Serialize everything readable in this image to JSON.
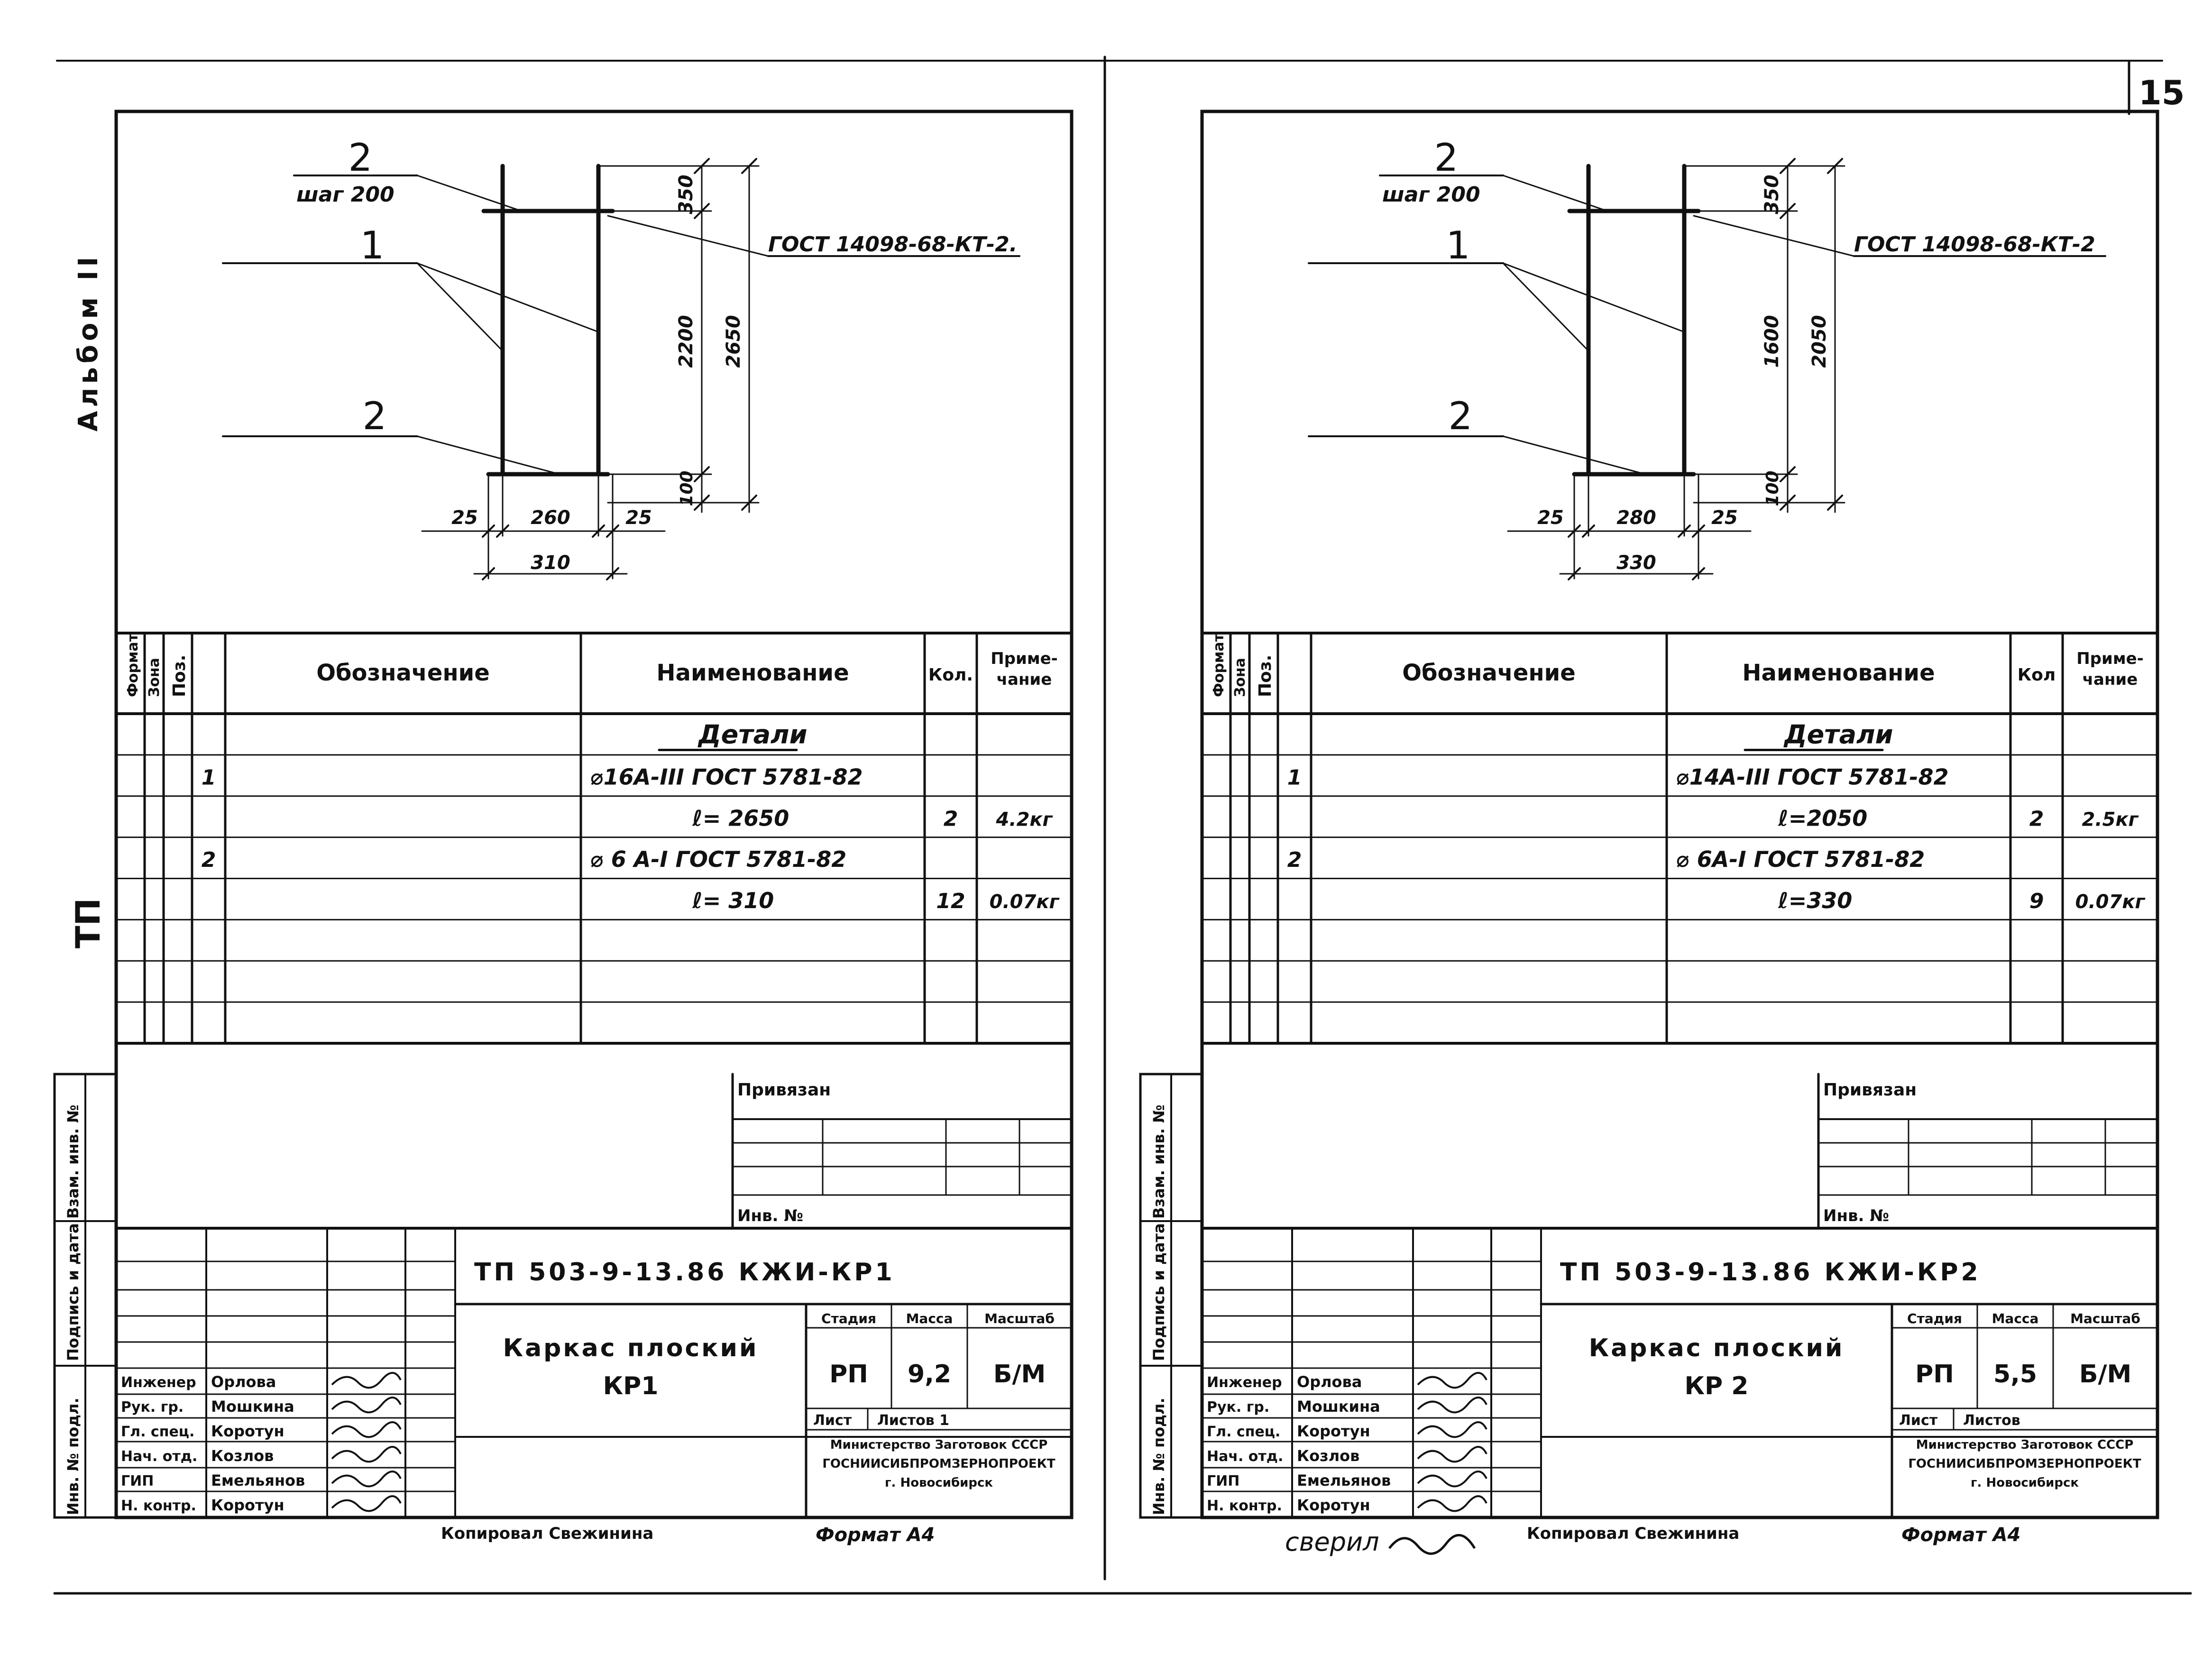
{
  "page": {
    "sheet_number": "15",
    "album_label": "Альбом II",
    "tp_label": "ТП"
  },
  "sheets": [
    {
      "id": "left",
      "drawing": {
        "pos2_top": "2",
        "step": "шаг 200",
        "pos1": "1",
        "pos2_bottom": "2",
        "gost": "ГОСТ 14098-68-КТ-2.",
        "dim_350": "350",
        "dim_mid": "2200",
        "dim_total": "2650",
        "dim_100": "100",
        "dim_25a": "25",
        "dim_span": "260",
        "dim_25b": "25",
        "dim_overall": "310"
      },
      "spec": {
        "headers": {
          "format": "Формат",
          "zone": "Зона",
          "pos": "Поз.",
          "designation": "Обозначение",
          "name": "Наименование",
          "qty": "Кол.",
          "note": "Приме-\nчание"
        },
        "rows": [
          {
            "pos": "",
            "name": "Детали",
            "qty": "",
            "note": ""
          },
          {
            "pos": "1",
            "name": "⌀16А-III ГОСТ 5781-82",
            "qty": "",
            "note": ""
          },
          {
            "pos": "",
            "name": "ℓ= 2650",
            "qty": "2",
            "note": "4.2кг"
          },
          {
            "pos": "2",
            "name": "⌀ 6 А-I ГОСТ 5781-82",
            "qty": "",
            "note": ""
          },
          {
            "pos": "",
            "name": "ℓ= 310",
            "qty": "12",
            "note": "0.07кг"
          },
          {
            "pos": "",
            "name": "",
            "qty": "",
            "note": ""
          },
          {
            "pos": "",
            "name": "",
            "qty": "",
            "note": ""
          },
          {
            "pos": "",
            "name": "",
            "qty": "",
            "note": ""
          }
        ]
      },
      "stamp": {
        "applied": "Привязан",
        "inv": "Инв. №",
        "code": "ТП 503-9-13.86 КЖИ-КР1",
        "title": "Каркас плоский",
        "subtitle": "КР1",
        "stage_h": "Стадия",
        "mass_h": "Масса",
        "scale_h": "Масштаб",
        "stage": "РП",
        "mass": "9,2",
        "scale": "Б/М",
        "sheet": "Лист",
        "sheets": "Листов 1",
        "org1": "Министерство Заготовок СССР",
        "org2": "ГОСНИИСИБПРОМЗЕРНОПРОЕКТ",
        "org3": "г. Новосибирск",
        "roles": [
          {
            "role": "Инженер",
            "name": "Орлова"
          },
          {
            "role": "Рук. гр.",
            "name": "Мошкина"
          },
          {
            "role": "Гл. спец.",
            "name": "Коротун"
          },
          {
            "role": "Нач. отд.",
            "name": "Козлов"
          },
          {
            "role": "ГИП",
            "name": "Емельянов"
          },
          {
            "role": "Н. контр.",
            "name": "Коротун"
          }
        ],
        "side_1": "Инв. № подл.",
        "side_2": "Подпись и дата",
        "side_3": "Взам. инв. №",
        "copied": "Копировал Свежинина",
        "format": "Формат А4"
      }
    },
    {
      "id": "right",
      "drawing": {
        "pos2_top": "2",
        "step": "шаг 200",
        "pos1": "1",
        "pos2_bottom": "2",
        "gost": "ГОСТ 14098-68-КТ-2",
        "dim_350": "350",
        "dim_mid": "1600",
        "dim_total": "2050",
        "dim_100": "100",
        "dim_25a": "25",
        "dim_span": "280",
        "dim_25b": "25",
        "dim_overall": "330"
      },
      "spec": {
        "headers": {
          "format": "Формат",
          "zone": "Зона",
          "pos": "Поз.",
          "designation": "Обозначение",
          "name": "Наименование",
          "qty": "Кол",
          "note": "Приме-\nчание"
        },
        "rows": [
          {
            "pos": "",
            "name": "Детали",
            "qty": "",
            "note": ""
          },
          {
            "pos": "1",
            "name": "⌀14А-III ГОСТ 5781-82",
            "qty": "",
            "note": ""
          },
          {
            "pos": "",
            "name": "ℓ=2050",
            "qty": "2",
            "note": "2.5кг"
          },
          {
            "pos": "2",
            "name": "⌀ 6А-I ГОСТ 5781-82",
            "qty": "",
            "note": ""
          },
          {
            "pos": "",
            "name": "ℓ=330",
            "qty": "9",
            "note": "0.07кг"
          },
          {
            "pos": "",
            "name": "",
            "qty": "",
            "note": ""
          },
          {
            "pos": "",
            "name": "",
            "qty": "",
            "note": ""
          },
          {
            "pos": "",
            "name": "",
            "qty": "",
            "note": ""
          }
        ]
      },
      "stamp": {
        "applied": "Привязан",
        "inv": "Инв. №",
        "code": "ТП 503-9-13.86 КЖИ-КР2",
        "title": "Каркас плоский",
        "subtitle": "КР 2",
        "stage_h": "Стадия",
        "mass_h": "Масса",
        "scale_h": "Масштаб",
        "stage": "РП",
        "mass": "5,5",
        "scale": "Б/М",
        "sheet": "Лист",
        "sheets": "Листов",
        "org1": "Министерство Заготовок СССР",
        "org2": "ГОСНИИСИБПРОМЗЕРНОПРОЕКТ",
        "org3": "г. Новосибирск",
        "roles": [
          {
            "role": "Инженер",
            "name": "Орлова"
          },
          {
            "role": "Рук. гр.",
            "name": "Мошкина"
          },
          {
            "role": "Гл. спец.",
            "name": "Коротун"
          },
          {
            "role": "Нач. отд.",
            "name": "Козлов"
          },
          {
            "role": "ГИП",
            "name": "Емельянов"
          },
          {
            "role": "Н. контр.",
            "name": "Коротун"
          }
        ],
        "side_1": "Инв. № подл.",
        "side_2": "Подпись и дата",
        "side_3": "Взам. инв. №",
        "copied": "Копировал Свежинина",
        "format": "Формат А4",
        "verified": "сверил"
      }
    }
  ]
}
